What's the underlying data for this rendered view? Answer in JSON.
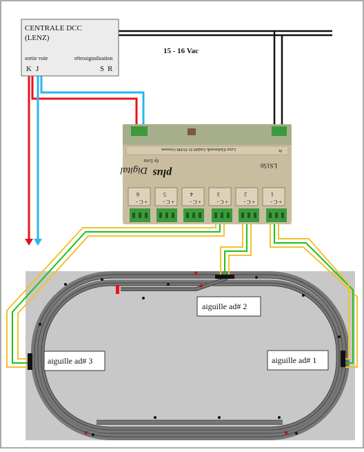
{
  "centrale": {
    "title_line1": "CENTRALE DCC",
    "title_line2": "(LENZ)",
    "left_label": "sortie voie",
    "right_label": "rétrosignalisation",
    "term_k": "K",
    "term_j": "J",
    "term_s": "S",
    "term_r": "R"
  },
  "power": {
    "label": "15 - 16 Vac"
  },
  "decoder": {
    "brand_word1": "Digital",
    "brand_word2": "plus",
    "brand_sub": "by Lenz",
    "model": "LS150",
    "maker_text": "Lenz Elektronik GmbH  D 35398 Giessen",
    "ac_symbol": "≈",
    "channels": [
      {
        "num": "6",
        "pins": "+ C -"
      },
      {
        "num": "5",
        "pins": "+ C -"
      },
      {
        "num": "4",
        "pins": "+ C -"
      },
      {
        "num": "3",
        "pins": "+ C -"
      },
      {
        "num": "2",
        "pins": "+ C -"
      },
      {
        "num": "1",
        "pins": "+ C -"
      }
    ]
  },
  "turnouts": [
    {
      "label": "aiguille ad# 3"
    },
    {
      "label": "aiguille ad# 2"
    },
    {
      "label": "aiguille ad# 1"
    }
  ],
  "colors": {
    "red_wire": "#e8121b",
    "blue_wire": "#2ab6f0",
    "yellow_wire": "#f2c12e",
    "green_wire": "#1cc01c",
    "layout_bg": "#c8c8c8",
    "decoder_body": "#c9bda0",
    "terminal_green": "#3c9a3c"
  }
}
